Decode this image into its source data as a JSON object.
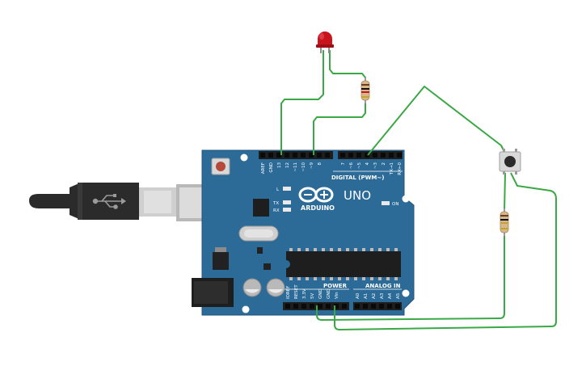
{
  "board": {
    "brand": "ARDUINO",
    "model": "UNO",
    "digital_label": "DIGITAL (PWM~)",
    "power_label": "POWER",
    "analog_label": "ANALOG IN",
    "led_l": "L",
    "led_tx": "TX",
    "led_rx": "RX",
    "led_on": "ON",
    "header_top_left": [
      "AREF",
      "GND",
      "13",
      "12",
      "~11",
      "~10",
      "~9",
      "8"
    ],
    "header_top_right": [
      "7",
      "~6",
      "~5",
      "4",
      "~3",
      "2",
      "TX→1",
      "RX←0"
    ],
    "header_power": [
      "IOREF",
      "RESET",
      "3.3V",
      "5V",
      "GND",
      "GND",
      "Vin"
    ],
    "header_analog": [
      "A0",
      "A1",
      "A2",
      "A3",
      "A4",
      "A5"
    ]
  },
  "colors": {
    "board": "#2c6b97",
    "board_edge": "#1f5478",
    "wire": "#3aa845",
    "led": "#c8141c",
    "usb_plug": "#2b2b2b",
    "header": "#1e1e1e"
  },
  "icons": {
    "usb": "usb-symbol-icon",
    "logo": "infinity-logo-icon"
  }
}
